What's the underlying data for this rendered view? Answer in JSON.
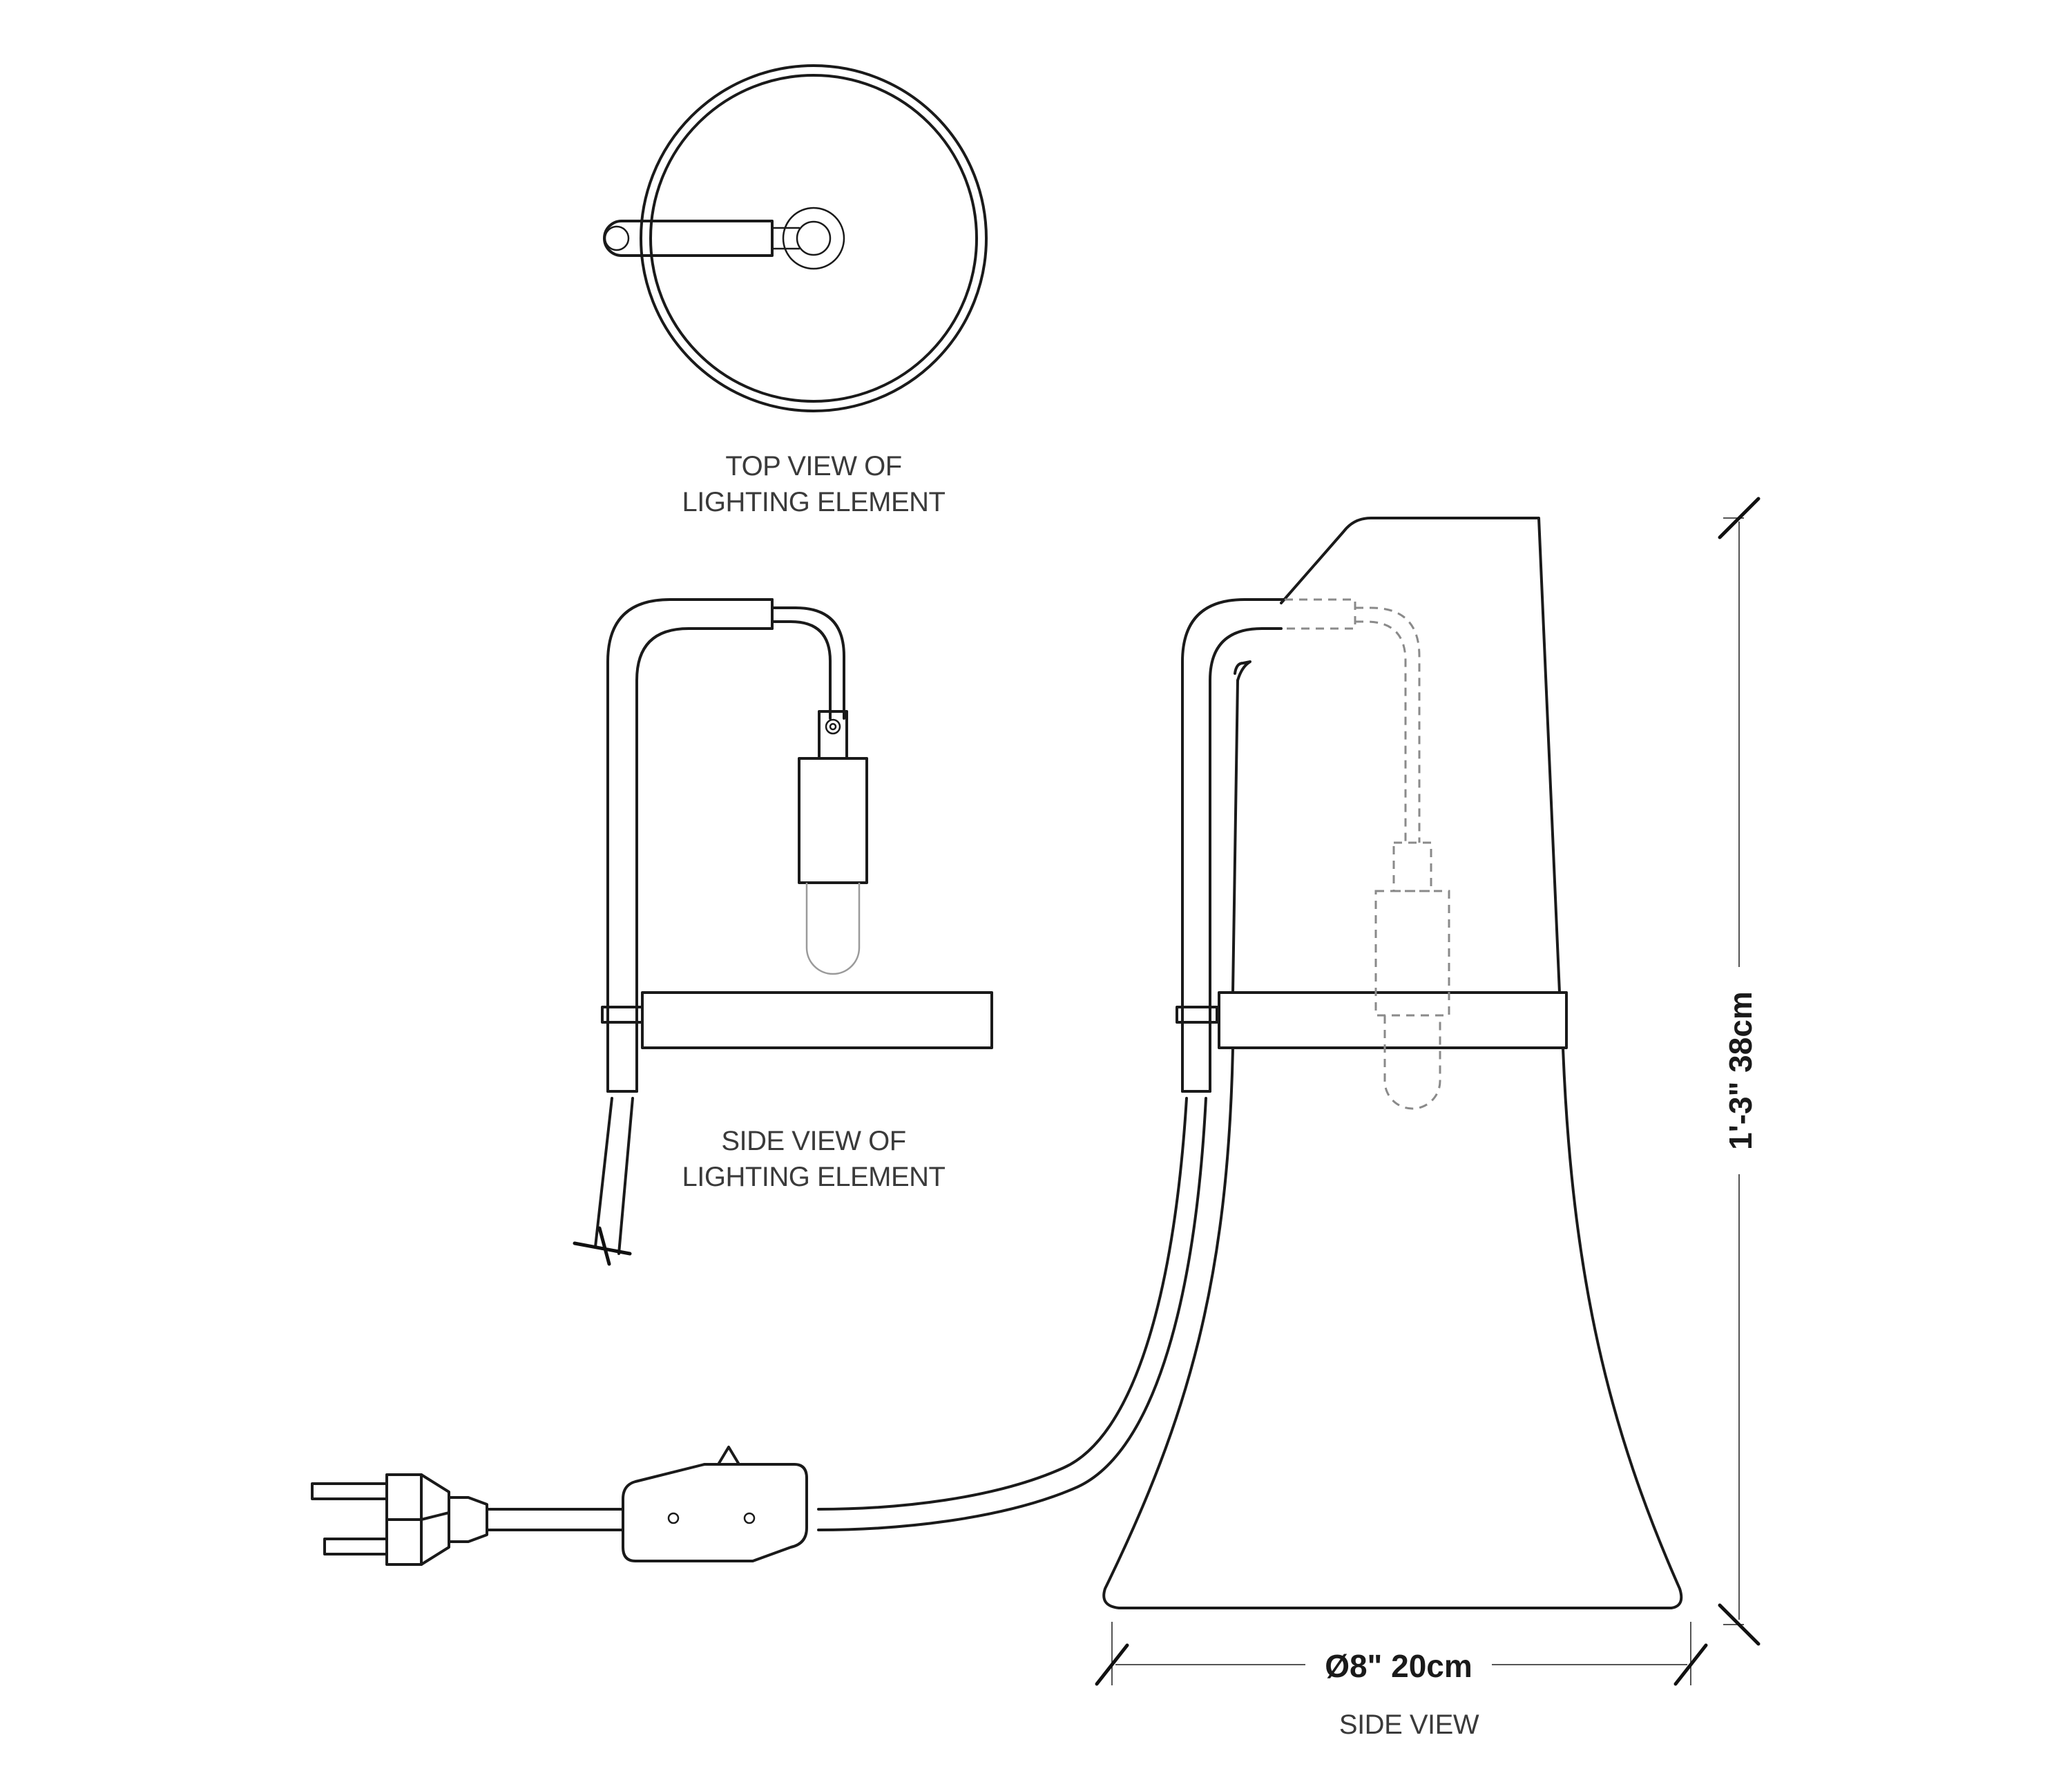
{
  "captions": {
    "top_view_line1": "TOP VIEW OF",
    "top_view_line2": "LIGHTING ELEMENT",
    "side_view_element_line1": "SIDE VIEW OF",
    "side_view_element_line2": "LIGHTING ELEMENT",
    "side_view": "SIDE VIEW"
  },
  "dimensions": {
    "height": "1'-3\"  38cm",
    "diameter": "Ø8\" 20cm"
  },
  "colors": {
    "line": "#1a1a1a",
    "hidden_line": "#8a8a8a",
    "caption_text": "#3a3a3a"
  }
}
